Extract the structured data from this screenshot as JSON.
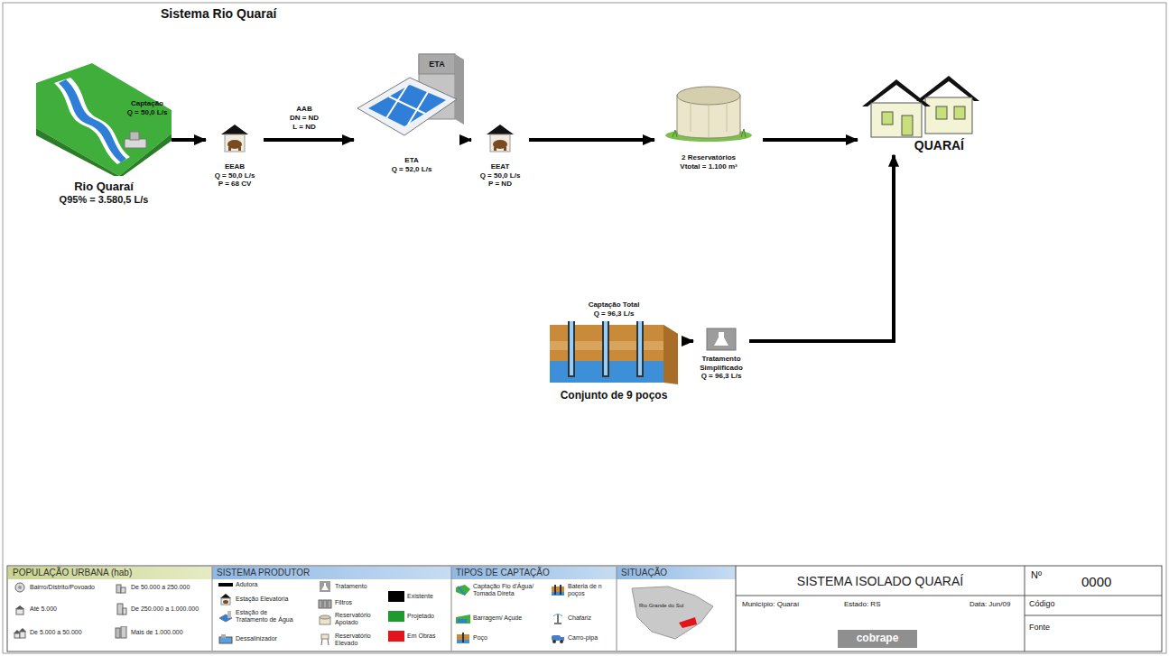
{
  "diagram": {
    "title": "Sistema Rio Quaraí",
    "nodes": [
      {
        "text": [
          "Rio Quaraí",
          "Q95% = 3.580,5 L/s"
        ]
      },
      {
        "text": [
          "EEAB",
          "Q = 50,0 L/s",
          "P = 68 CV"
        ]
      },
      {
        "text": [
          "ETA",
          "ETA",
          "Q = 52,0 L/s"
        ]
      },
      {
        "text": [
          "EEAT",
          "Q = 50,0 L/s",
          "P = ND"
        ]
      },
      {
        "text": [
          "2 Reservatórios",
          "Vtotal = 1.100 m³"
        ]
      },
      {
        "text": [
          "QUARAÍ"
        ]
      },
      {
        "text": [
          "Captação Total",
          "Q = 96,3 L/s",
          "Conjunto de 9 poços"
        ]
      },
      {
        "text": [
          "Tratamento Simplificado",
          "Q = 96,3 L/s"
        ]
      }
    ],
    "edges": [
      {
        "from": 0,
        "to": 1,
        "arrow": "to"
      },
      {
        "from": 1,
        "to": 2,
        "arrow": "to"
      },
      {
        "from": 2,
        "to": 3,
        "arrow": "to"
      },
      {
        "from": 3,
        "to": 4,
        "arrow": "to"
      },
      {
        "from": 4,
        "to": 5,
        "arrow": "to"
      },
      {
        "from": 6,
        "to": 7,
        "arrow": "to"
      },
      {
        "from": 7,
        "to": 5,
        "arrow": "to"
      }
    ],
    "labels": [
      "Captação",
      "Q = 50,0 L/s",
      "AAB",
      "DN = ND",
      "L = ND",
      "POPULAÇÃO URBANA (hab)",
      "SISTEMA PRODUTOR",
      "TIPOS DE CAPTAÇÃO",
      "SITUAÇÃO",
      "Rio Grande do Sul",
      "SISTEMA ISOLADO QUARAÍ",
      "Nº",
      "0000",
      "Município: Quaraí",
      "Estado: RS",
      "Data: Jun/09",
      "Código",
      "Fonte",
      "cobrape"
    ],
    "legend": [
      {
        "text": "Bairro/Distrito/Povoado"
      },
      {
        "text": "Até 5.000"
      },
      {
        "text": "De 5.000 a 50.000"
      },
      {
        "text": "De 50.000 a 250.000"
      },
      {
        "text": "De 250.000 a 1.000.000"
      },
      {
        "text": "Mais de 1.000.000"
      },
      {
        "text": "Adutora"
      },
      {
        "text": "Estação Elevatória"
      },
      {
        "text": "Estação de Tratamento de Água"
      },
      {
        "text": "Dessalinizador"
      },
      {
        "text": "Tratamento"
      },
      {
        "text": "Filtros"
      },
      {
        "text": "Reservatório Apoiado"
      },
      {
        "text": "Reservatório Elevado"
      },
      {
        "text": "Existente",
        "color": "#000000"
      },
      {
        "text": "Projetado",
        "color": "#1f9a2e"
      },
      {
        "text": "Em Obras",
        "color": "#e3151b"
      },
      {
        "text": "Captação Fio d'Água/ Tomada Direta"
      },
      {
        "text": "Bateria de n poços"
      },
      {
        "text": "Barragem/ Açude"
      },
      {
        "text": "Chafariz"
      },
      {
        "text": "Poço"
      },
      {
        "text": "Carro-pipa"
      }
    ]
  }
}
